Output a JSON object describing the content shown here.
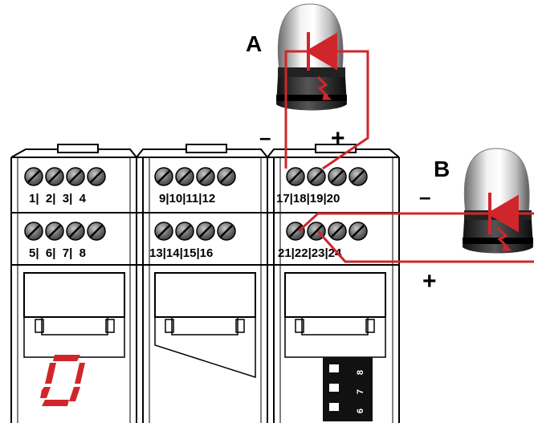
{
  "labels": {
    "lamp_a": "A",
    "lamp_b": "B",
    "minus": "–",
    "plus": "+"
  },
  "terminal_rows": {
    "block1_top": "1|  2|  3|  4",
    "block1_bottom": "5|  6|  7|  8",
    "block2_top": "9|10|11|12",
    "block2_bottom": "13|14|15|16",
    "block3_top": "17|18|19|20",
    "block3_bottom": "21|22|23|24"
  },
  "dip_switch": {
    "labels": [
      "8",
      "7",
      "6"
    ]
  },
  "colors": {
    "wire": "#d0262b",
    "display_segment": "#d0262b",
    "module_outline": "#000000"
  }
}
